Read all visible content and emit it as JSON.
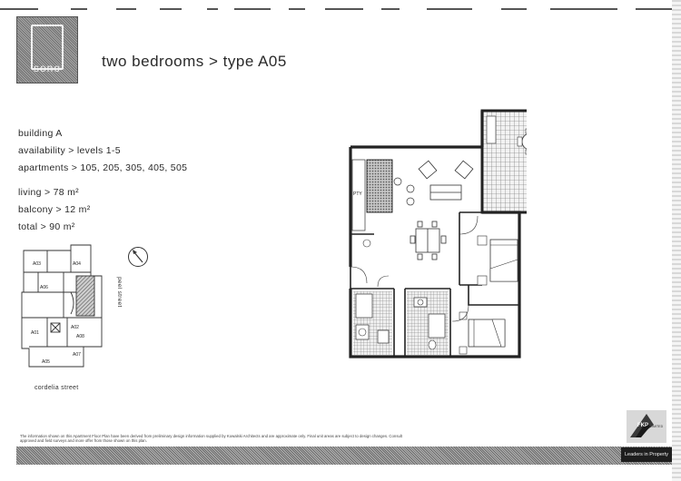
{
  "logo": {
    "text": "sono"
  },
  "title": "two bedrooms > type A05",
  "info": {
    "building": "building A",
    "availability": "availability > levels 1-5",
    "apartments": "apartments > 105, 205, 305, 405, 505",
    "living": "living > 78 m²",
    "balcony": "balcony > 12 m²",
    "total": "total > 90 m²"
  },
  "keyplan": {
    "units": [
      "A03",
      "A04",
      "A06",
      "A01",
      "A02",
      "A08",
      "A07",
      "A05"
    ],
    "street_right": "peel street",
    "street_bottom": "cordelia street"
  },
  "floorplan": {
    "pty_label": "PTY"
  },
  "footer": {
    "disclaimer": "The information shown on this Apartment Floor Plan have been derived from preliminary design information supplied by Kowalski Architects and are approximate only. Final unit areas are subject to design changes. Consult approved and field surveys and more offer from those shown on this plan.",
    "fkp_logo": "FKP",
    "fkp_sub": "LIMITED",
    "tagline": "Leaders in Property"
  }
}
